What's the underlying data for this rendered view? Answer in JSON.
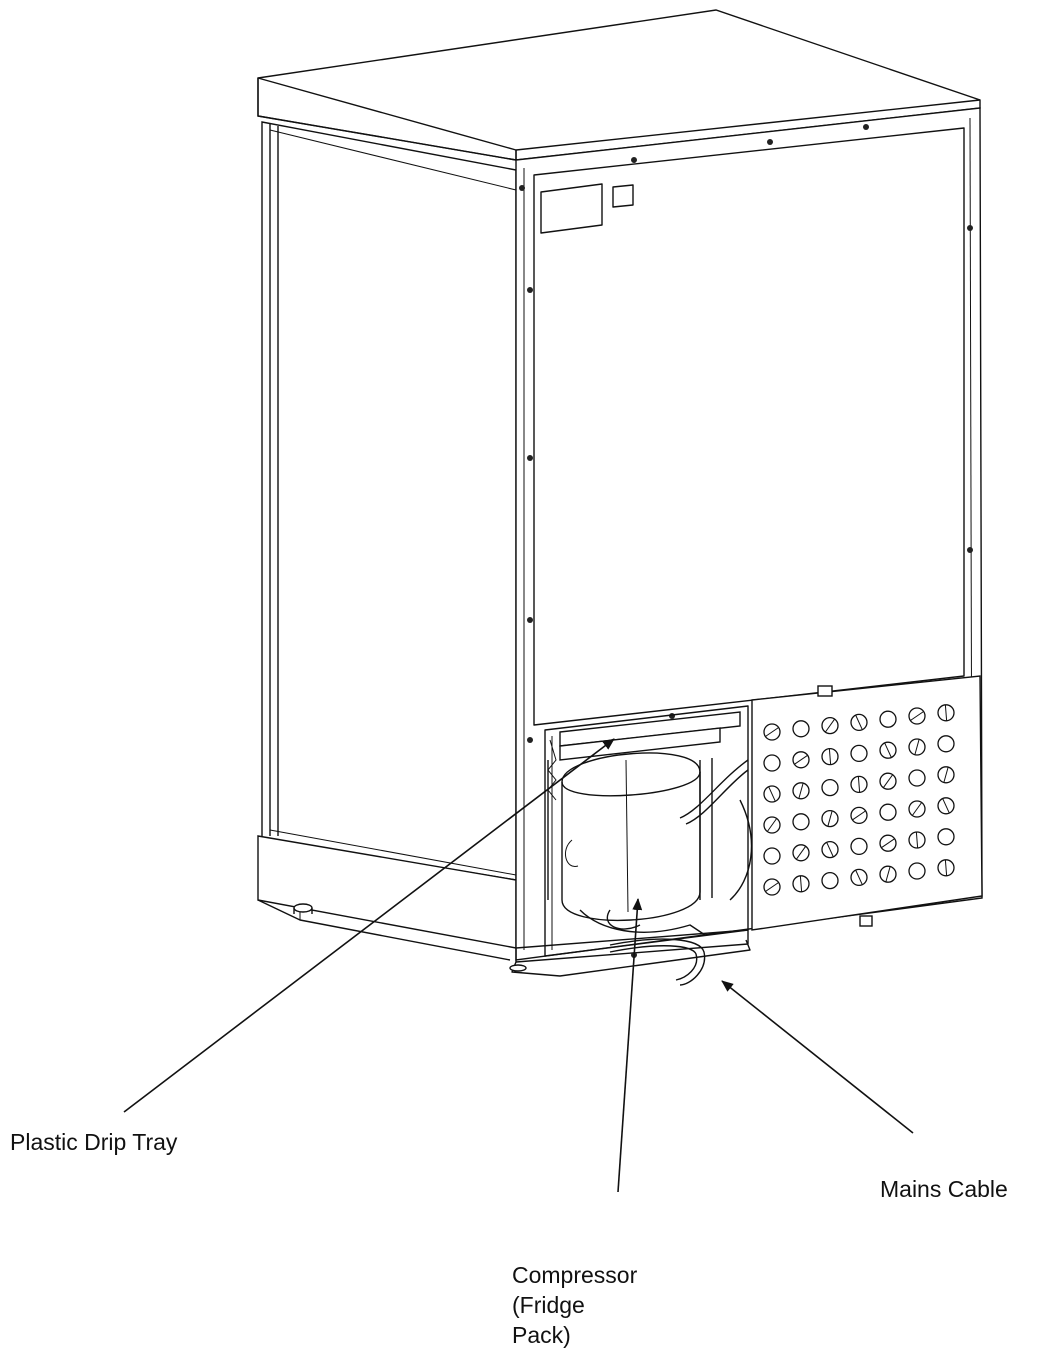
{
  "labels": {
    "drip_tray": "Plastic Drip Tray",
    "mains_cable": "Mains Cable",
    "compressor_line1": "Compressor",
    "compressor_line2": "(Fridge",
    "compressor_line3": "Pack)"
  },
  "colors": {
    "line": "#111111",
    "background": "#ffffff"
  },
  "grille": {
    "rows": 6,
    "columns": 7
  }
}
